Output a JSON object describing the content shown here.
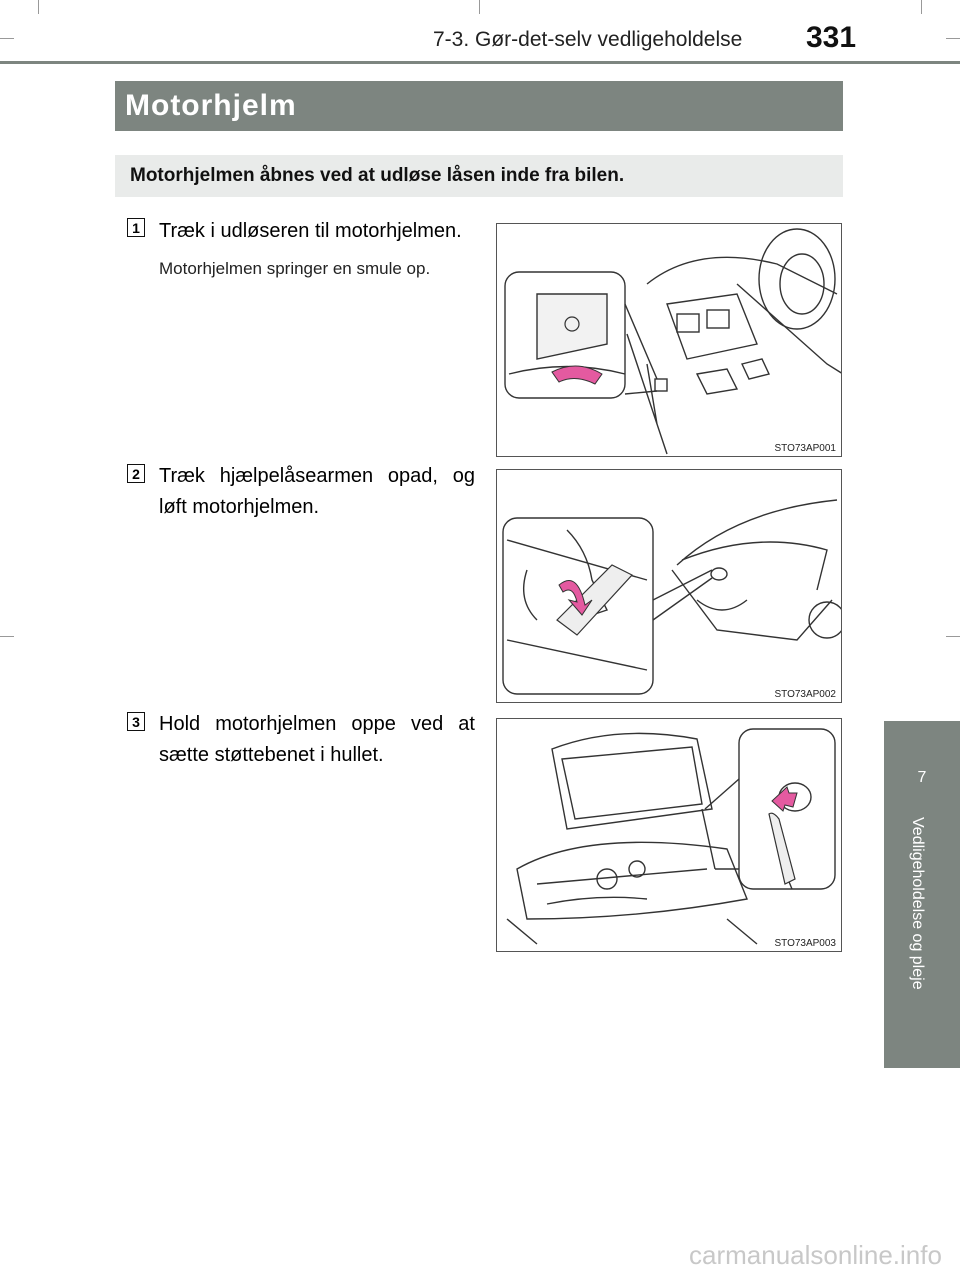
{
  "header": {
    "section": "7-3. Gør-det-selv vedligeholdelse",
    "page_number": "331"
  },
  "title": "Motorhjelm",
  "intro": "Motorhjelmen åbnes ved at udløse låsen inde fra bilen.",
  "steps": [
    {
      "number": "1",
      "text": "Træk i udløseren til motorhjelmen.",
      "sub": "Motorhjelmen springer en smule op.",
      "figure_code": "STO73AP001",
      "figure_icon": "hood-release-lever-icon"
    },
    {
      "number": "2",
      "text": "Træk hjælpelåsearmen opad, og løft motorhjelmen.",
      "sub": "",
      "figure_code": "STO73AP002",
      "figure_icon": "auxiliary-catch-lever-icon"
    },
    {
      "number": "3",
      "text": "Hold motorhjelmen oppe ved at sætte støttebenet i hullet.",
      "sub": "",
      "figure_code": "STO73AP003",
      "figure_icon": "support-rod-icon"
    }
  ],
  "side_tab": {
    "number": "7",
    "label": "Vedligeholdelse og pleje",
    "color": "#7d8580"
  },
  "accent_color": "#e45aa0",
  "watermark": "carmanualsonline.info"
}
